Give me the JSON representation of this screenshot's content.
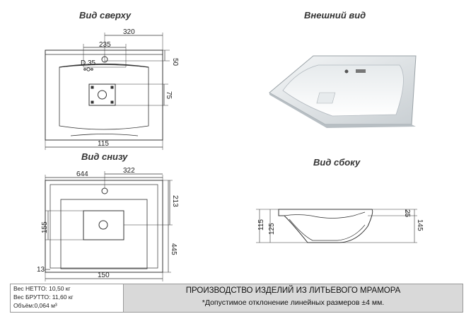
{
  "views": {
    "top": {
      "title": "Вид сверху",
      "dims": {
        "d320": "320",
        "d235": "235",
        "d50": "50",
        "dD35": "D 35",
        "d75": "75",
        "d115": "115"
      }
    },
    "exterior": {
      "title": "Внешний вид"
    },
    "bottom": {
      "title": "Вид снизу",
      "dims": {
        "d644": "644",
        "d322": "322",
        "d213": "213",
        "d155": "155",
        "d445": "445",
        "d13": "13",
        "d150": "150"
      }
    },
    "side": {
      "title": "Вид сбоку",
      "dims": {
        "d115": "115",
        "d125": "125",
        "d25": "25",
        "d145": "145"
      }
    }
  },
  "specs": {
    "net": "Вес НЕТТО: 10,50 кг",
    "gross": "Вес БРУТТО: 11,60 кг",
    "volume": "Объём:0,064 м³"
  },
  "notes": {
    "line1": "ПРОИЗВОДСТВО ИЗДЕЛИЙ ИЗ ЛИТЬЕВОГО МРАМОРА",
    "line2": "*Допустимое отклонение линейных размеров ±4 мм."
  },
  "colors": {
    "line": "#333333",
    "sink_shade": "#cfd4d8",
    "note_bg": "#d9d9d9"
  }
}
